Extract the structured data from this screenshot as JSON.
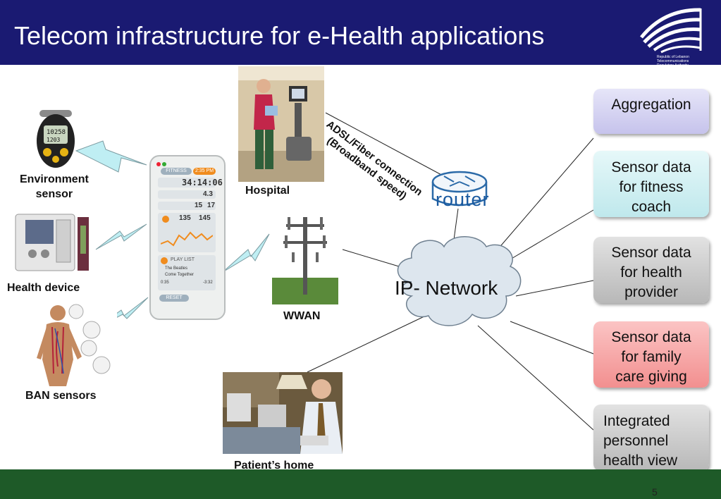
{
  "title": "Telecom infrastructure for e-Health applications",
  "logo": {
    "lines": [
      "Republic of Lebanon",
      "Telecommunications",
      "Regulatory Authority"
    ]
  },
  "devices": {
    "environment_sensor": "Environment sensor",
    "environment_sensor_line1": "Environment",
    "environment_sensor_line2": "sensor",
    "health_device": "Health device",
    "ban_sensors": "BAN sensors"
  },
  "phone": {
    "tab": "FITNESS",
    "time_badge": "2:35 PM",
    "timer": "34:14:06",
    "stat1": "4.3",
    "stat2a": "15",
    "stat2b": "17",
    "hr1": "135",
    "hr2": "145",
    "playlist_label": "PLAY LIST",
    "track1": "The Beatles",
    "track2": "Come Together",
    "time_left": "0:35",
    "time_right": "-3:32",
    "reset": "RESET"
  },
  "nodes": {
    "hospital": "Hospital",
    "wwan": "WWAN",
    "patients_home": "Patient’s home",
    "router": "router",
    "ip_network": "IP- Network",
    "adsl_line1": "ADSL/Fiber connection",
    "adsl_line2": "(Broadband speed)"
  },
  "boxes": [
    {
      "lines": [
        "Aggregation"
      ],
      "color": "#d8d6f4"
    },
    {
      "lines": [
        "Sensor data",
        "for fitness",
        "coach"
      ],
      "color": "#d4f1f3"
    },
    {
      "lines": [
        "Sensor data",
        "for health",
        "provider"
      ],
      "color": "#c8c8c8"
    },
    {
      "lines": [
        "Sensor data",
        "for family",
        "care giving"
      ],
      "color": "#f7a6a6"
    },
    {
      "lines": [
        "Integrated",
        "personnel",
        "health view"
      ],
      "color": "#c8c8c8"
    }
  ],
  "page_number": "5",
  "colors": {
    "header": "#1a1a72",
    "footer": "#1e5a28",
    "lightning": "#bfeef3",
    "cloud": "#dde6ee"
  }
}
